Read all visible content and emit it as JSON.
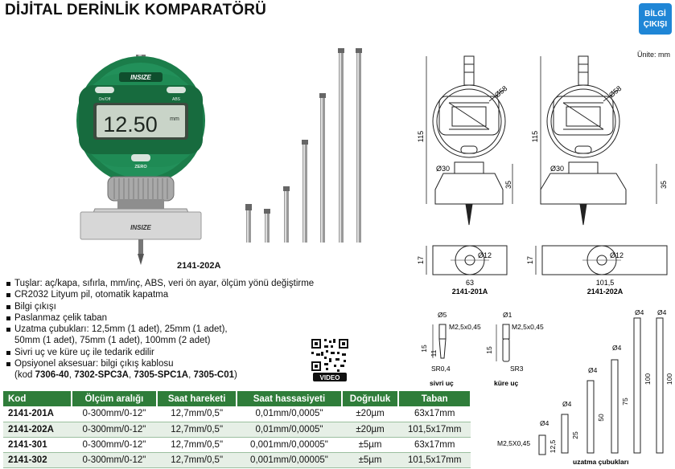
{
  "header": {
    "title": "DİJİTAL DERİNLİK KOMPARATÖRÜ",
    "badge_line1": "BİLGİ",
    "badge_line2": "ÇIKIŞI",
    "unit": "Ünite: mm"
  },
  "product": {
    "brand": "INSIZE",
    "display_value": "12.50",
    "unit_mm": "mm",
    "btn_onoff": "On/Off",
    "btn_abs": "ABS",
    "btn_zero": "ZERO",
    "model_label": "2141-202A"
  },
  "features": {
    "items": [
      "Tuşlar: aç/kapa, sıfırla, mm/inç, ABS, veri ön ayar, ölçüm yönü değiştirme",
      "CR2032 Lityum pil, otomatik kapatma",
      "Bilgi çıkışı",
      "Paslanmaz çelik taban",
      "Uzatma çubukları: 12,5mm (1 adet), 25mm (1 adet),",
      "Sivri uç ve küre uç ile tedarik edilir",
      "Opsiyonel aksesuar: bilgi çıkış kablosu"
    ],
    "rods_cont": "50mm (1 adet), 75mm (1 adet), 100mm (2 adet)",
    "cable_prefix": "(kod ",
    "cable_codes": [
      "7306-40",
      "7302-SPC3A",
      "7305-SPC1A",
      "7305-C01"
    ],
    "cable_sep": ", ",
    "cable_suffix": ")"
  },
  "qr": {
    "label": "VIDEO"
  },
  "drawings": {
    "dim_115": "115",
    "dim_58": "Ø58",
    "dim_30": "Ø30",
    "dim_35": "35",
    "dim_17": "17",
    "dim_12": "Ø12",
    "width_a": "63",
    "width_b": "101,5",
    "model_a": "2141-201A",
    "model_b": "2141-202A"
  },
  "tips": {
    "sharp": {
      "label": "sivri uç",
      "d5": "Ø5",
      "thread": "M2,5x0,45",
      "len15": "15",
      "len11": "11",
      "sr": "SR0,4"
    },
    "ball": {
      "label": "küre uç",
      "d1": "Ø1",
      "thread": "M2,5x0,45",
      "len15": "15",
      "sr": "SR3"
    }
  },
  "rods": {
    "label": "uzatma çubukları",
    "thread": "M2,5X0,45",
    "diameter": "Ø4",
    "lengths": [
      "12,5",
      "25",
      "50",
      "75",
      "100",
      "100"
    ]
  },
  "table": {
    "headers": [
      "Kod",
      "Ölçüm aralığı",
      "Saat hareketi",
      "Saat hassasiyeti",
      "Doğruluk",
      "Taban"
    ],
    "rows": [
      [
        "2141-201A",
        "0-300mm/0-12\"",
        "12,7mm/0,5\"",
        "0,01mm/0,0005\"",
        "±20µm",
        "63x17mm"
      ],
      [
        "2141-202A",
        "0-300mm/0-12\"",
        "12,7mm/0,5\"",
        "0,01mm/0,0005\"",
        "±20µm",
        "101,5x17mm"
      ],
      [
        "2141-301",
        "0-300mm/0-12\"",
        "12,7mm/0,5\"",
        "0,001mm/0,00005\"",
        "±5µm",
        "63x17mm"
      ],
      [
        "2141-302",
        "0-300mm/0-12\"",
        "12,7mm/0,5\"",
        "0,001mm/0,00005\"",
        "±5µm",
        "101,5x17mm"
      ]
    ]
  }
}
